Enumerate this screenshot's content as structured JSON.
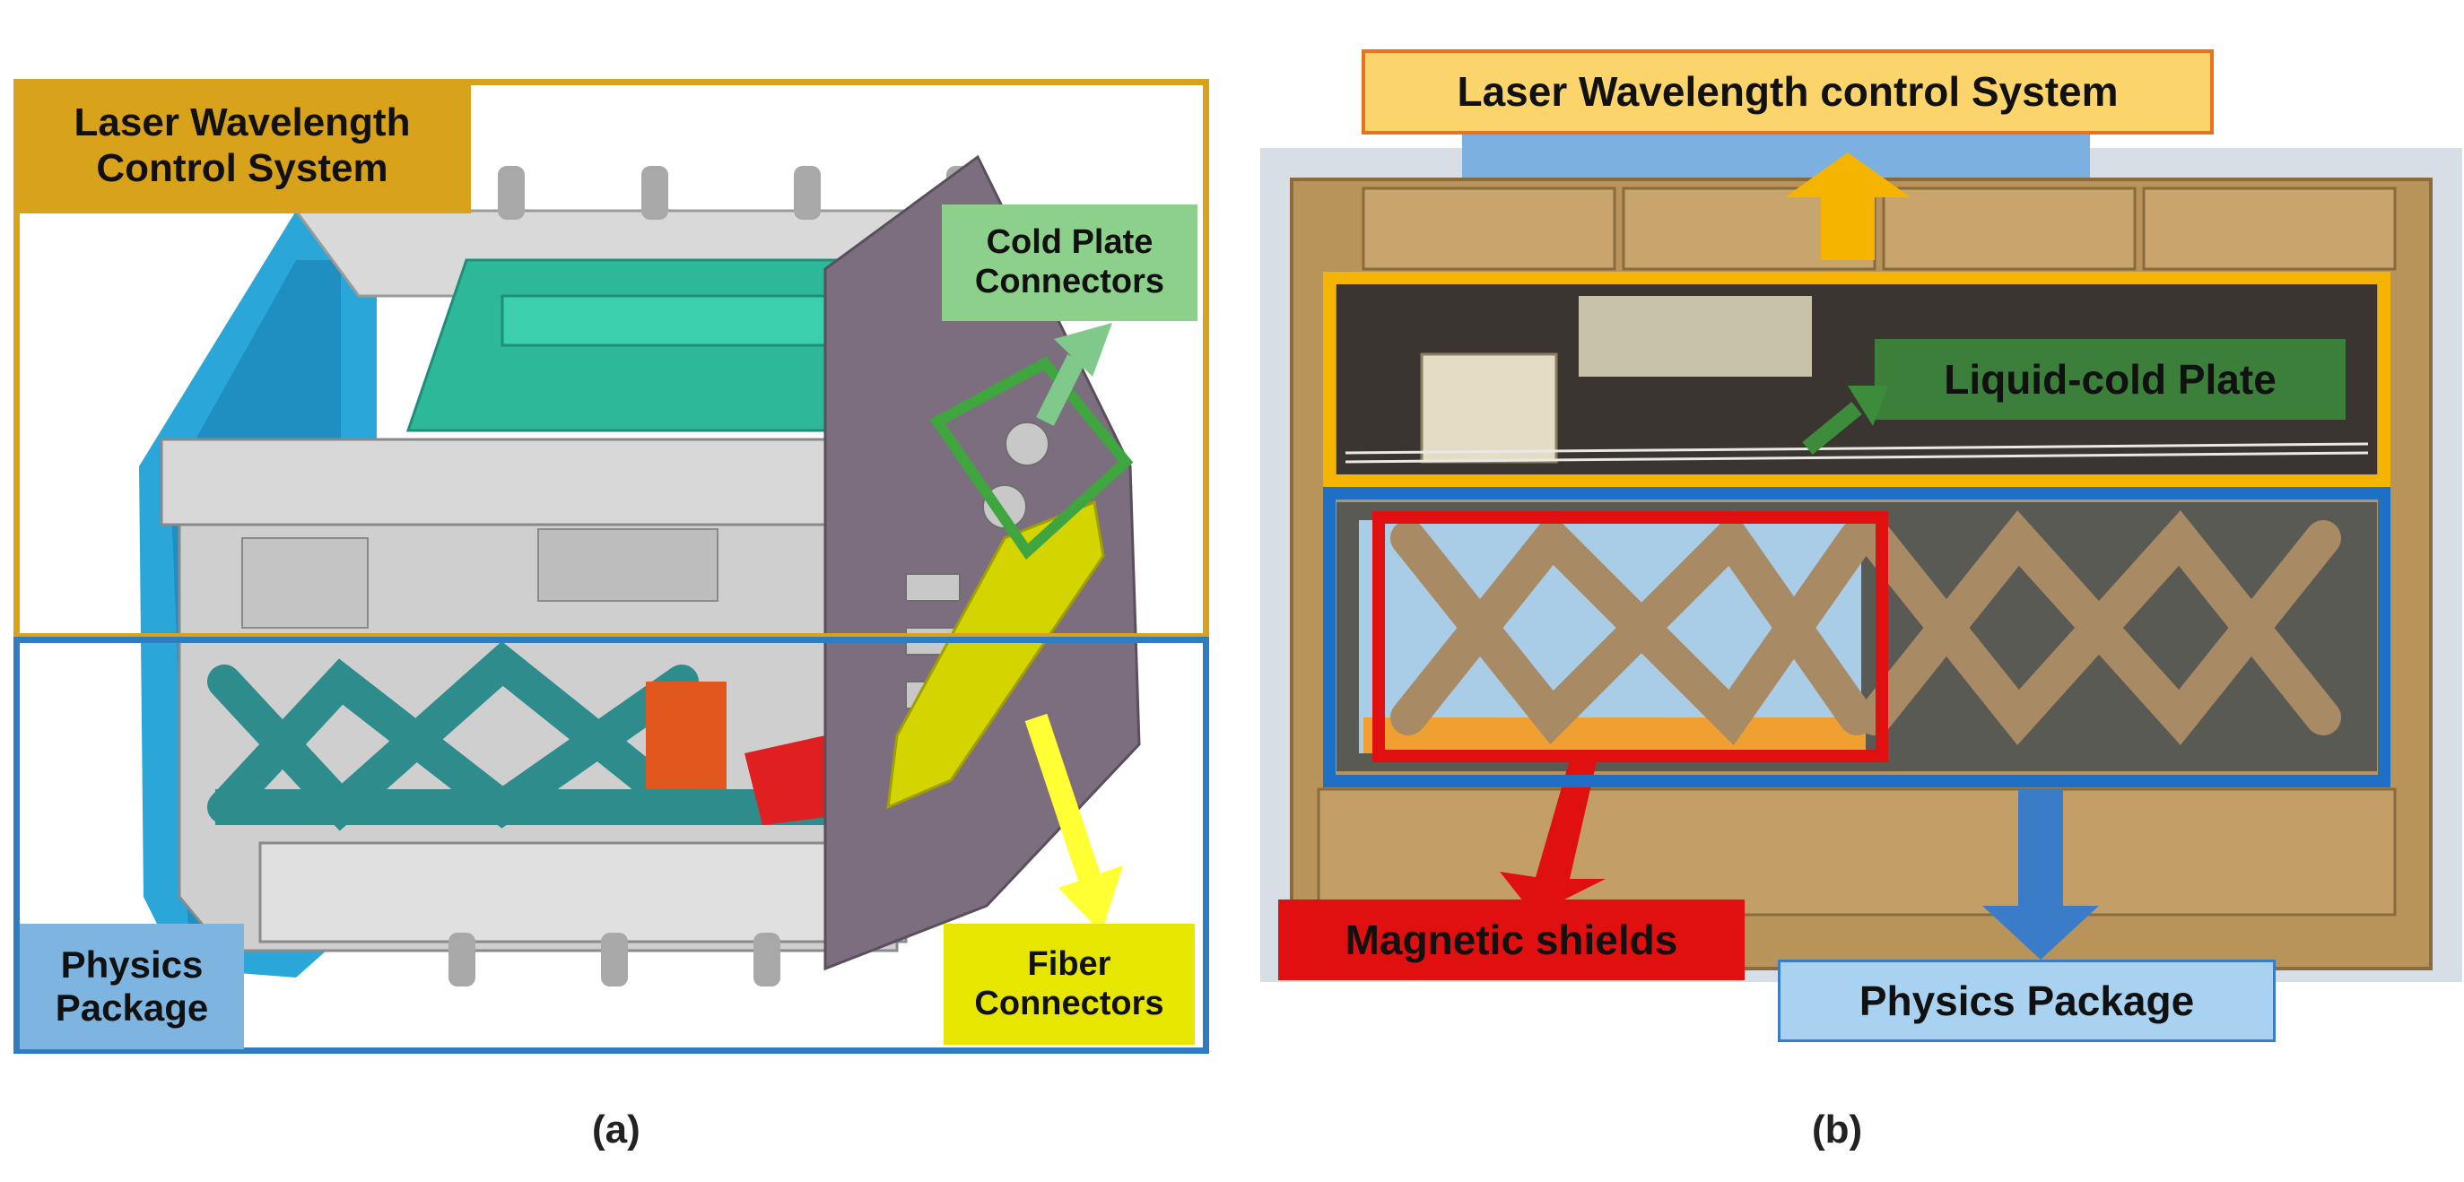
{
  "panel_a": {
    "caption": "(a)",
    "labels": {
      "laser_system": "Laser Wavelength Control System",
      "cold_plate": "Cold Plate Connectors",
      "physics_package": "Physics Package",
      "fiber_connectors": "Fiber Connectors"
    },
    "colors": {
      "laser_frame": "#D9A21B",
      "physics_frame": "#2F7CC0",
      "cold_plate": "#4CAF50",
      "fiber": "#E6E600",
      "structure_blue": "#2AA7D8",
      "structure_teal": "#2E8C8C"
    }
  },
  "panel_b": {
    "caption": "(b)",
    "labels": {
      "laser_system": "Laser Wavelength control System",
      "liquid_cold_plate": "Liquid-cold Plate",
      "magnetic_shields": "Magnetic shields",
      "physics_package": "Physics Package"
    },
    "colors": {
      "laser_frame": "#F5B400",
      "physics_frame": "#1F6FC5",
      "magnetic_frame": "#E01010",
      "cold_plate": "#3C8C3C",
      "housing": "#B8935A"
    }
  }
}
